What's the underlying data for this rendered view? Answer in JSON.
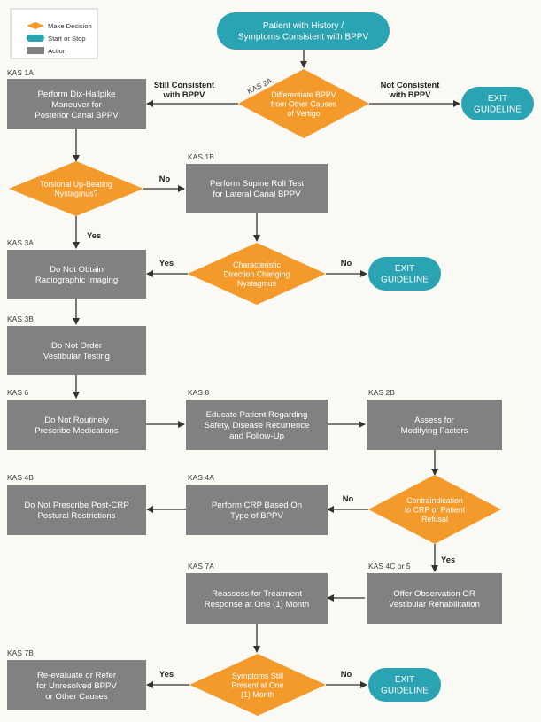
{
  "colors": {
    "action": "#818181",
    "decision": "#f39a2b",
    "terminal": "#2aa3b2",
    "background": "#fbf9f4"
  },
  "legend": {
    "decision": "Make Decision",
    "terminal": "Start or Stop",
    "action": "Action"
  },
  "nodes": {
    "start": {
      "lines": [
        "Patient with History /",
        "Symptoms Consistent with BPPV"
      ]
    },
    "kas2a": {
      "kas": "KAS 2A",
      "lines": [
        "Differentiate BPPV",
        "from Other Causes",
        "of Vertigo"
      ]
    },
    "exit1": {
      "lines": [
        "EXIT",
        "GUIDELINE"
      ]
    },
    "kas1a": {
      "kas": "KAS 1A",
      "lines": [
        "Perform Dix-Hallpike",
        "Maneuver for",
        "Posterior Canal BPPV"
      ]
    },
    "torsional": {
      "lines": [
        "Torsional Up-Beating",
        "Nystagmus?"
      ]
    },
    "kas1b": {
      "kas": "KAS 1B",
      "lines": [
        "Perform Supine Roll Test",
        "for Lateral Canal BPPV"
      ]
    },
    "kas3a": {
      "kas": "KAS 3A",
      "lines": [
        "Do Not Obtain",
        "Radiographic Imaging"
      ]
    },
    "direction": {
      "lines": [
        "Characteristic",
        "Direction Changing",
        "Nystagmus"
      ]
    },
    "exit2": {
      "lines": [
        "EXIT",
        "GUIDELINE"
      ]
    },
    "kas3b": {
      "kas": "KAS 3B",
      "lines": [
        "Do Not Order",
        "Vestibular Testing"
      ]
    },
    "kas6": {
      "kas": "KAS 6",
      "lines": [
        "Do Not Routinely",
        "Prescribe Medications"
      ]
    },
    "kas8": {
      "kas": "KAS 8",
      "lines": [
        "Educate Patient Regarding",
        "Safety, Disease Recurrence",
        "and Follow-Up"
      ]
    },
    "kas2b": {
      "kas": "KAS 2B",
      "lines": [
        "Assess for",
        "Modifying Factors"
      ]
    },
    "contra": {
      "lines": [
        "Contraindication",
        "to CRP or Patient",
        "Refusal"
      ]
    },
    "kas4a": {
      "kas": "KAS 4A",
      "lines": [
        "Perform CRP Based On",
        "Type of BPPV"
      ]
    },
    "kas4b": {
      "kas": "KAS 4B",
      "lines": [
        "Do Not Prescribe Post-CRP",
        "Postural Restrictions"
      ]
    },
    "kas4c": {
      "kas": "KAS 4C or 5",
      "lines": [
        "Offer Observation OR",
        "Vestibular Rehabilitation"
      ]
    },
    "kas7a": {
      "kas": "KAS 7A",
      "lines": [
        "Reassess for Treatment",
        "Response at One (1) Month"
      ]
    },
    "symptoms": {
      "lines": [
        "Symptoms Still",
        "Present at One",
        "(1) Month"
      ]
    },
    "exit3": {
      "lines": [
        "EXIT",
        "GUIDELINE"
      ]
    },
    "kas7b": {
      "kas": "KAS 7B",
      "lines": [
        "Re-evaluate or Refer",
        "for Unresolved BPPV",
        "or Other Causes"
      ]
    }
  },
  "edge_labels": {
    "still_consistent": [
      "Still Consistent",
      "with BPPV"
    ],
    "not_consistent": [
      "Not Consistent",
      "with BPPV"
    ],
    "torsional_no": "No",
    "torsional_yes": "Yes",
    "direction_yes": "Yes",
    "direction_no": "No",
    "contra_no": "No",
    "contra_yes": "Yes",
    "symptoms_yes": "Yes",
    "symptoms_no": "No"
  }
}
